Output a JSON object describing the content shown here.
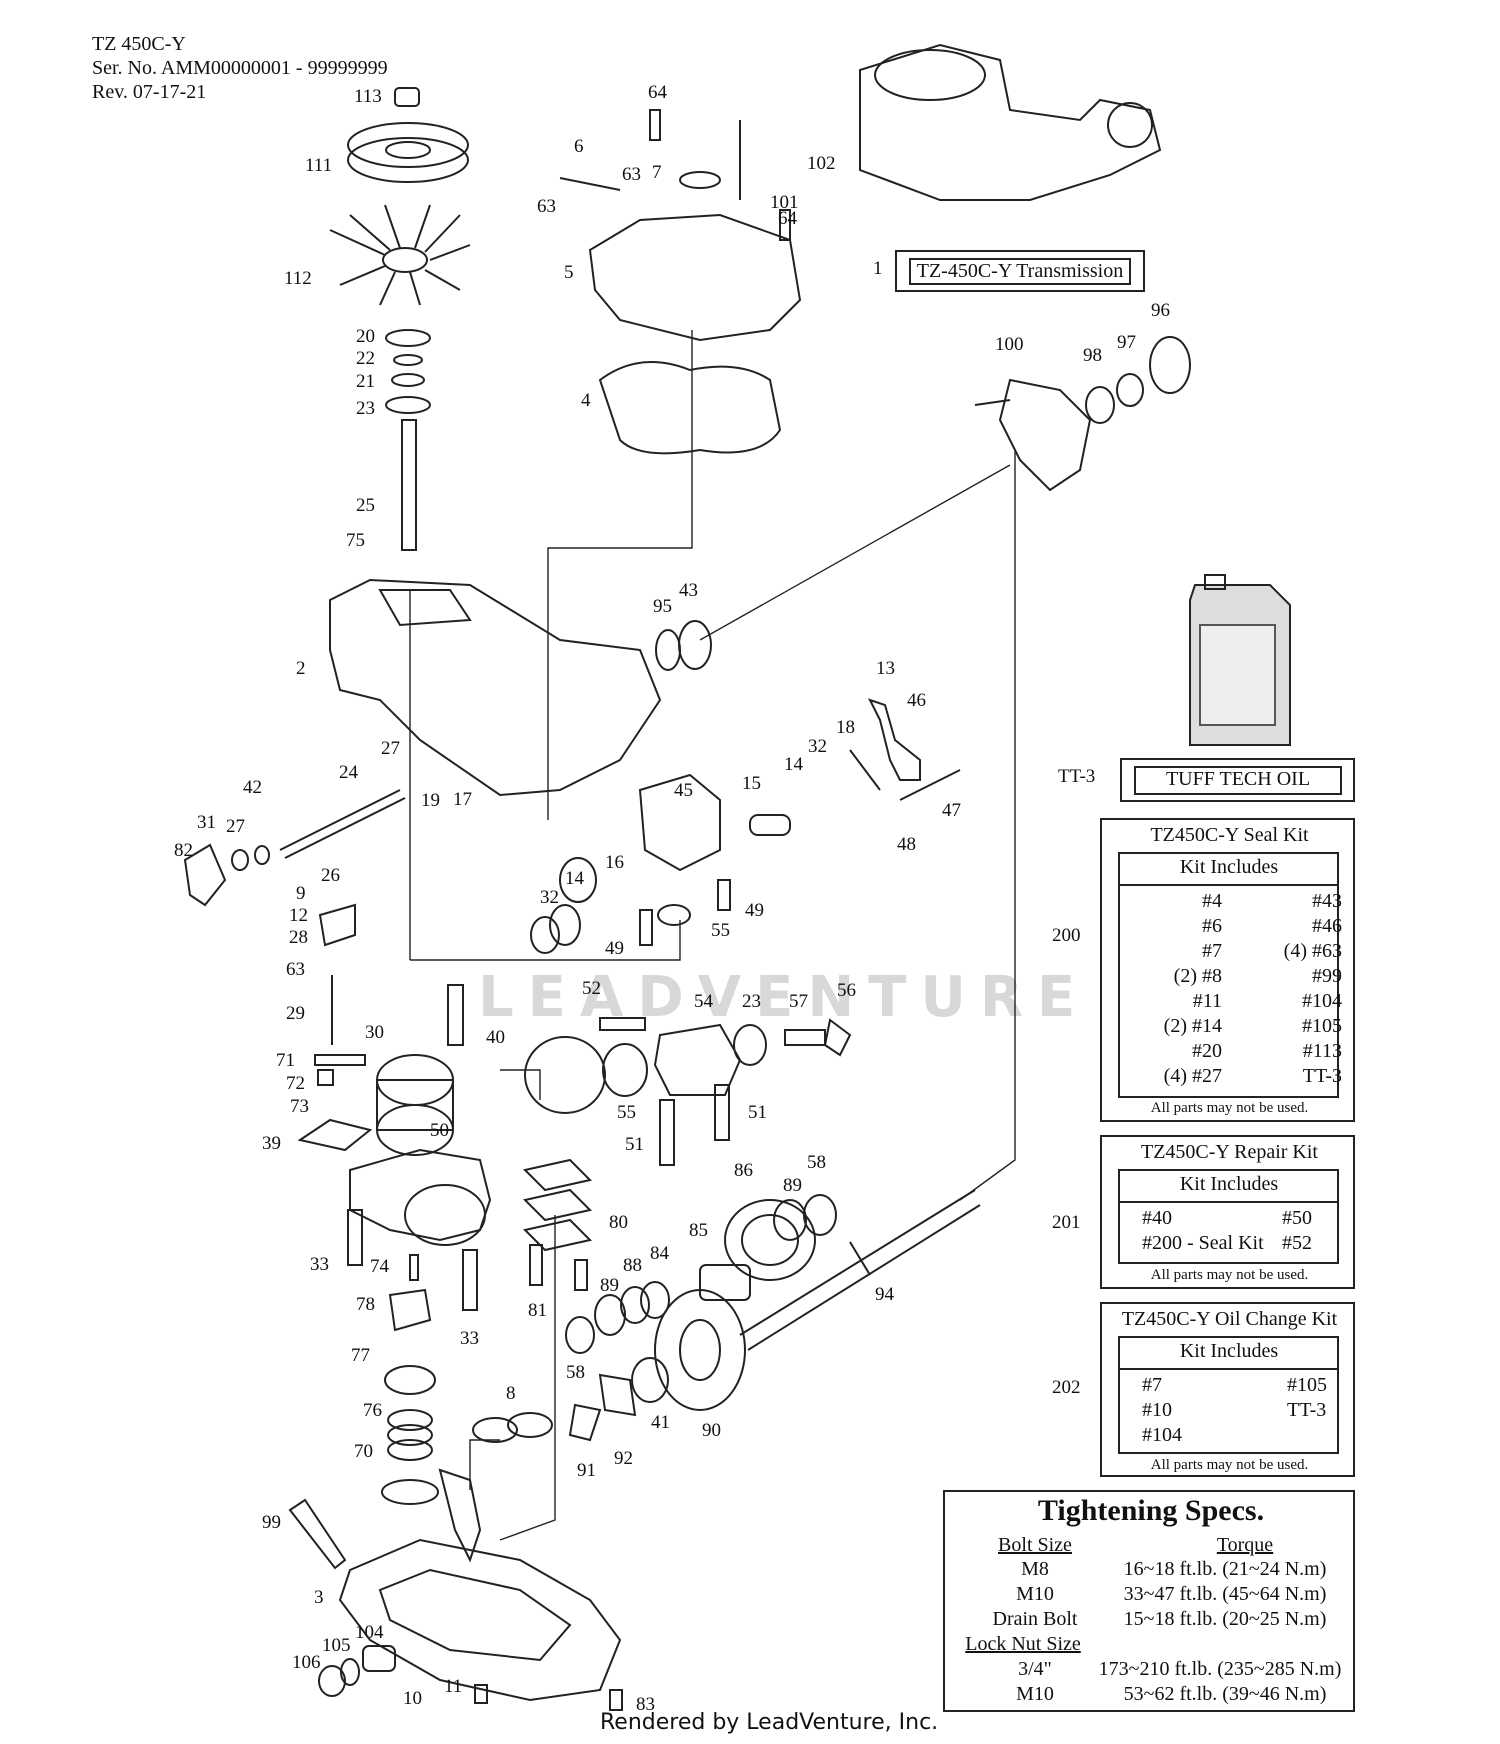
{
  "header": {
    "model": "TZ 450C-Y",
    "serial": "Ser. No. AMM00000001 - 99999999",
    "revision": "Rev. 07-17-21"
  },
  "transmission_label": {
    "ref": "1",
    "text": "TZ-450C-Y Transmission"
  },
  "oil": {
    "ref": "TT-3",
    "text": "TUFF TECH OIL"
  },
  "kits": [
    {
      "ref": "200",
      "title": "TZ450C-Y Seal Kit",
      "includes_label": "Kit Includes",
      "rows": [
        [
          "#4",
          "#43"
        ],
        [
          "#6",
          "#46"
        ],
        [
          "#7",
          "(4) #63"
        ],
        [
          "(2) #8",
          "#99"
        ],
        [
          "#11",
          "#104"
        ],
        [
          "(2) #14",
          "#105"
        ],
        [
          "#20",
          "#113"
        ],
        [
          "(4) #27",
          "TT-3"
        ]
      ],
      "note": "All parts may not be used."
    },
    {
      "ref": "201",
      "title": "TZ450C-Y Repair Kit",
      "includes_label": "Kit Includes",
      "rows": [
        [
          "#40",
          "#50"
        ],
        [
          "#200 - Seal Kit",
          "#52"
        ]
      ],
      "note": "All parts may not be used."
    },
    {
      "ref": "202",
      "title": "TZ450C-Y Oil Change Kit",
      "includes_label": "Kit Includes",
      "rows": [
        [
          "#7",
          "#105"
        ],
        [
          "#10",
          "TT-3"
        ],
        [
          "#104",
          ""
        ]
      ],
      "note": "All parts may not be used."
    }
  ],
  "specs": {
    "title": "Tightening Specs.",
    "col1": "Bolt Size",
    "col2": "Torque",
    "rows": [
      [
        "M8",
        "16~18 ft.lb. (21~24 N.m)"
      ],
      [
        "M10",
        "33~47 ft.lb. (45~64 N.m)"
      ],
      [
        "Drain Bolt",
        "15~18 ft.lb. (20~25 N.m)"
      ]
    ],
    "subhead": "Lock Nut Size",
    "rows2": [
      [
        "3/4\"",
        "173~210 ft.lb. (235~285 N.m)"
      ],
      [
        "M10",
        "53~62 ft.lb. (39~46 N.m)"
      ]
    ]
  },
  "callouts": [
    "113",
    "111",
    "112",
    "20",
    "22",
    "21",
    "23",
    "25",
    "75",
    "2",
    "27",
    "19",
    "17",
    "24",
    "42",
    "31",
    "27",
    "82",
    "26",
    "9",
    "12",
    "28",
    "63",
    "29",
    "30",
    "40",
    "71",
    "72",
    "73",
    "39",
    "50",
    "33",
    "74",
    "78",
    "33",
    "77",
    "76",
    "70",
    "8",
    "99",
    "3",
    "104",
    "105",
    "106",
    "11",
    "10",
    "83",
    "64",
    "6",
    "63",
    "63",
    "7",
    "102",
    "101",
    "64",
    "5",
    "4",
    "100",
    "98",
    "97",
    "96",
    "95",
    "43",
    "13",
    "46",
    "18",
    "32",
    "14",
    "15",
    "45",
    "47",
    "48",
    "16",
    "14",
    "32",
    "49",
    "55",
    "49",
    "52",
    "54",
    "23",
    "57",
    "56",
    "55",
    "51",
    "51",
    "80",
    "81",
    "86",
    "89",
    "58",
    "85",
    "84",
    "88",
    "89",
    "94",
    "58",
    "41",
    "90",
    "92",
    "91"
  ],
  "watermark": "LEADVENTURE",
  "footer": "Rendered by LeadVenture, Inc."
}
